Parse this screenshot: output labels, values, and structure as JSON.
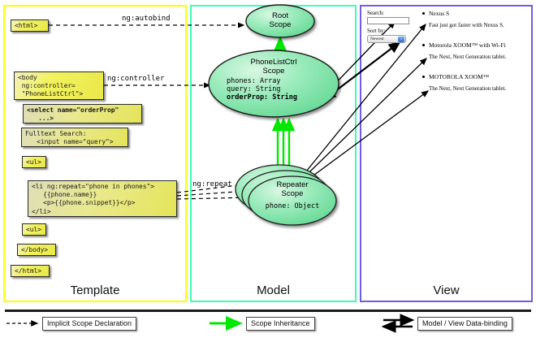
{
  "panels": [
    {
      "id": "template",
      "label": "Template",
      "border_color": "#ffff00"
    },
    {
      "id": "model",
      "label": "Model",
      "border_color": "#3dfcb4"
    },
    {
      "id": "view",
      "label": "View",
      "border_color": "#6f5ce8"
    }
  ],
  "template": {
    "boxes": [
      {
        "name": "html-open-tag",
        "text": "<html>"
      },
      {
        "name": "body-controller-tag",
        "text": "<body\n ng:controller=\n \"PhoneListCtrl\">"
      },
      {
        "name": "select-orderprop-tag",
        "text": "<select name=\"orderProp\"\n   ...>"
      },
      {
        "name": "fulltext-search-input",
        "text": "Fulltext Search:\n   <input name=\"query\">"
      },
      {
        "name": "ul-open-tag",
        "text": "<ul>"
      },
      {
        "name": "li-ngrepeat-tag",
        "text": "<li ng:repeat=\"phone in phones\">\n   {{phone.name}}\n   <p>{{phone.snippet}}</p>\n</li>"
      },
      {
        "name": "ul-close-tag",
        "text": "<ul>"
      },
      {
        "name": "body-close-tag",
        "text": "</body>"
      },
      {
        "name": "html-close-tag",
        "text": "</html>"
      }
    ]
  },
  "edge_labels": [
    {
      "name": "ng-autobind-label",
      "text": "ng:autobind"
    },
    {
      "name": "ng-controller-label",
      "text": "ng:controller"
    },
    {
      "name": "ng-repeat-label",
      "text": "ng:repeat"
    }
  ],
  "model": {
    "scopes": [
      {
        "name": "root-scope",
        "title_lines": [
          "Root",
          "Scope"
        ],
        "props": []
      },
      {
        "name": "phonelistctrl-scope",
        "title_lines": [
          "PhoneListCtrl",
          "Scope"
        ],
        "props": [
          {
            "text": "phones: Array",
            "bold": false
          },
          {
            "text": "query: String",
            "bold": false
          },
          {
            "text": "orderProp: String",
            "bold": true
          }
        ]
      },
      {
        "name": "repeater-scope",
        "title_lines": [
          "Repeater",
          "Scope"
        ],
        "props": [
          {
            "text": "phone: Object",
            "bold": false
          }
        ]
      }
    ]
  },
  "view": {
    "search": {
      "label": "Search:",
      "value": "",
      "placeholder": ""
    },
    "sort": {
      "label": "Sort by:",
      "selected": "Newest",
      "options": [
        "Newest"
      ]
    },
    "phones": [
      {
        "name": "Nexus S",
        "snippet": "Fast just got faster with Nexus S."
      },
      {
        "name": "Motorola XOOM™ with Wi-Fi",
        "snippet": "The Next, Next Generation tablet."
      },
      {
        "name": "MOTOROLA XOOM™",
        "snippet": "The Next, Next Generation tablet."
      }
    ]
  },
  "legend": [
    {
      "name": "legend-implicit-scope-declaration",
      "text": "Implicit Scope Declaration",
      "style": "dashed-arrow",
      "color": "#000000"
    },
    {
      "name": "legend-scope-inheritance",
      "text": "Scope Inheritance",
      "style": "green-arrow",
      "color": "#00e800"
    },
    {
      "name": "legend-model-view-databinding",
      "text": "Model / View Data-binding",
      "style": "double-arrow",
      "color": "#000000"
    }
  ],
  "colors": {
    "code_box_fill": "#f2f25f",
    "scope_fill_light": "#eaf9ee",
    "scope_fill_green": "#7ee3a4",
    "inheritance_green": "#00e800",
    "template_border": "#ffff00",
    "model_border": "#3dfcb4",
    "view_border": "#6f5ce8"
  }
}
